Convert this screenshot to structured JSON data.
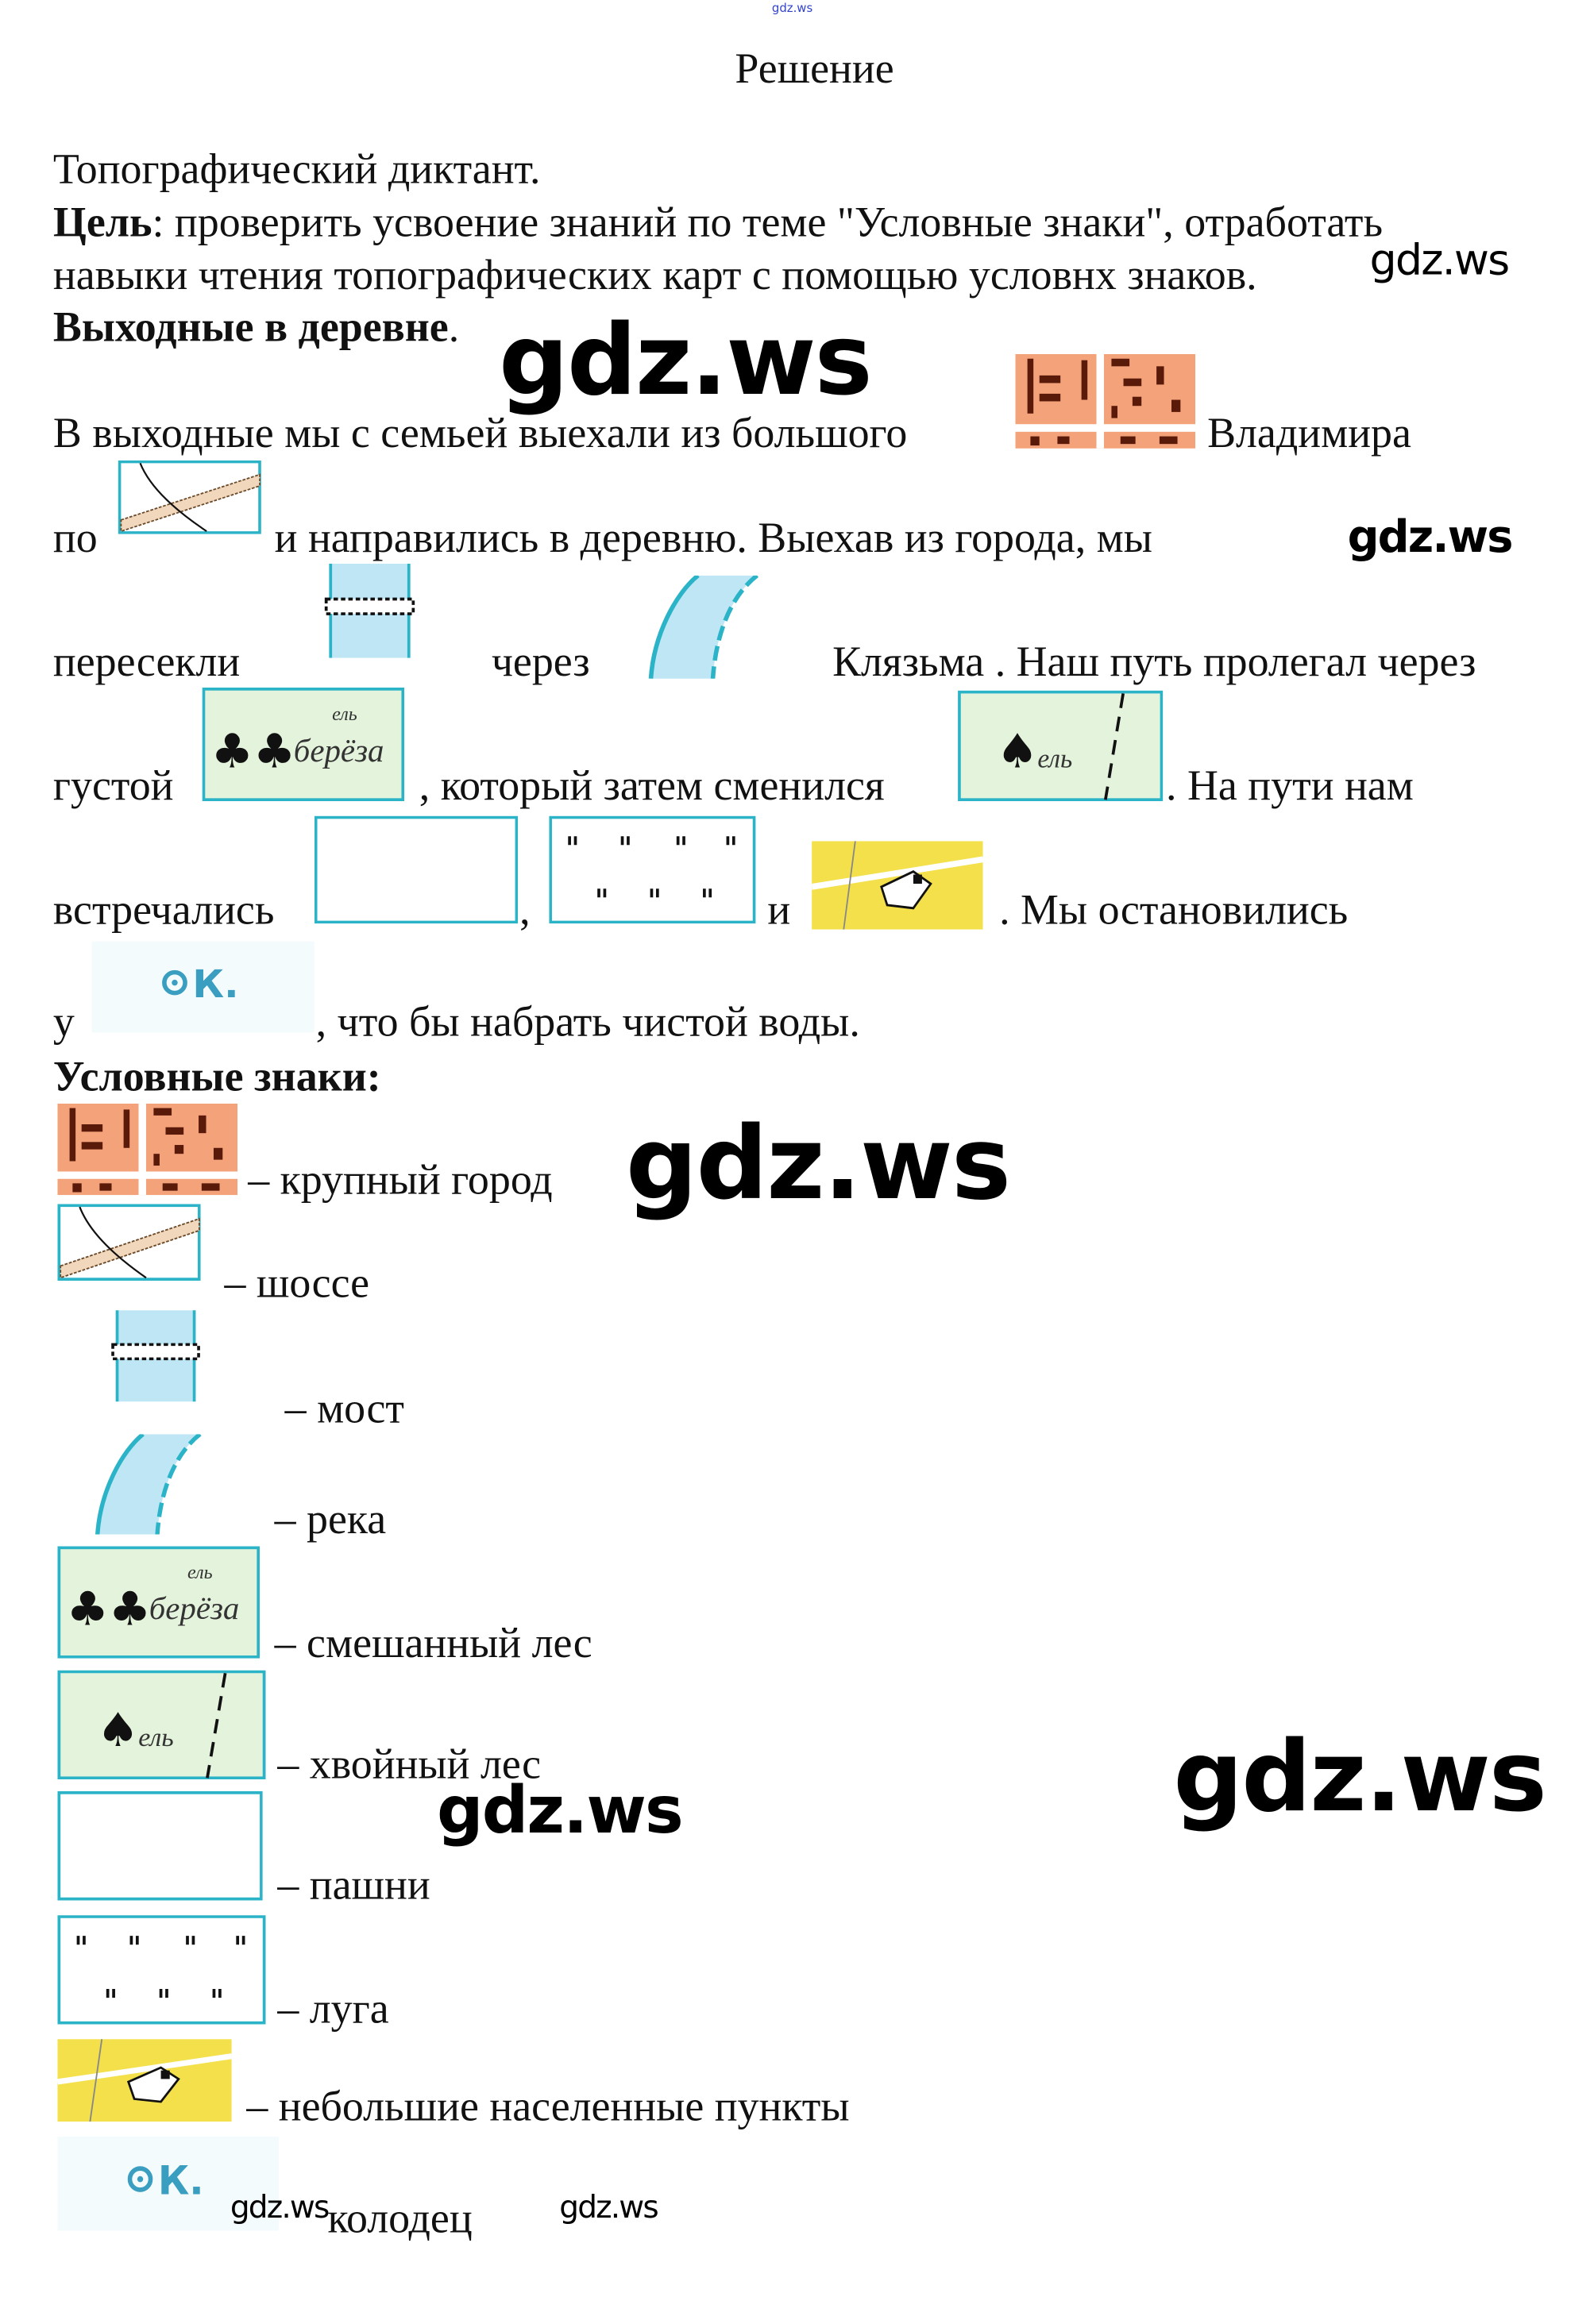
{
  "header": {
    "top_watermark": "gdz.ws",
    "title": "Решение"
  },
  "intro": {
    "line1": "Топографический диктант.",
    "goal_label": "Цель",
    "goal_text_1": ": проверить усвоение знаний по теме \"Условные знаки\", отработать",
    "goal_text_2": "навыки чтения топографических карт с помощью условнх знаков.",
    "subtitle": "Выходные в деревне",
    "subtitle_dot": "."
  },
  "story": {
    "s1": "В выходные мы с семьей выехали из большого",
    "s2": "Владимира",
    "s3": "по",
    "s4": "и направились в деревню. Выехав из города, мы",
    "s5": "пересекли",
    "s6": "через",
    "s7": "Клязьма . Наш путь пролегал через",
    "s8": "густой",
    "s9": ", который затем сменился",
    "s10": ". На пути нам",
    "s11": "встречались",
    "s12": ",",
    "s13": "и",
    "s14": ". Мы остановились",
    "s15": "у",
    "s16": ", что бы набрать чистой воды."
  },
  "legend": {
    "title": "Условные знаки:",
    "items": [
      {
        "icon": "city-icon",
        "label": "– крупный город"
      },
      {
        "icon": "highway-icon",
        "label": "– шоссе"
      },
      {
        "icon": "bridge-icon",
        "label": "– мост"
      },
      {
        "icon": "river-icon",
        "label": "– река"
      },
      {
        "icon": "mixed-forest-icon",
        "label": "– смешанный лес"
      },
      {
        "icon": "coniferous-forest-icon",
        "label": "– хвойный лес"
      },
      {
        "icon": "arable-land-icon",
        "label": "– пашни"
      },
      {
        "icon": "meadow-icon",
        "label": "– луга"
      },
      {
        "icon": "settlement-icon",
        "label": "– небольшие населенные пункты"
      },
      {
        "icon": "well-icon",
        "label": "колодец"
      }
    ]
  },
  "icon_text": {
    "spruce": "ель",
    "birch": "берёза",
    "well": "К."
  },
  "watermarks": [
    "gdz.ws",
    "gdz.ws",
    "gdz.ws",
    "gdz.ws",
    "gdz.ws",
    "gdz.ws",
    "gdz.ws",
    "gdz.ws"
  ],
  "colors": {
    "city": "#f4a27a",
    "frame": "#2bb3c8",
    "water": "#bfe6f5",
    "forest": "#e4f3dc",
    "settlement": "#f3e04a",
    "watermark_small": "#3344cc"
  }
}
